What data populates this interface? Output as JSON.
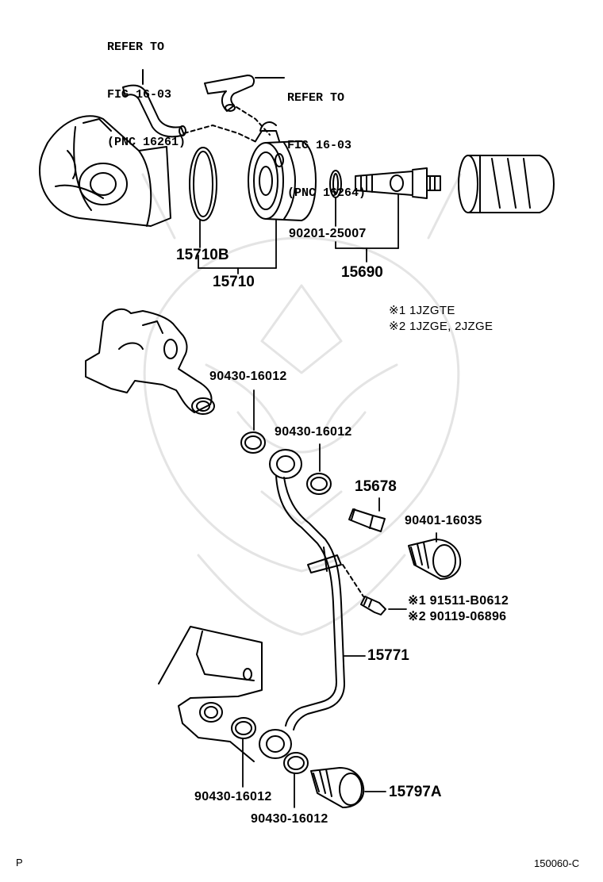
{
  "refer_notes": {
    "top_left": [
      "REFER TO",
      "FIG 16-03",
      "(PNC 16261)"
    ],
    "top_right": [
      "REFER TO",
      "FIG 16-03",
      "(PNC 16264)"
    ]
  },
  "part_numbers": {
    "p15710B": "15710B",
    "p15710": "15710",
    "p90201_25007": "90201-25007",
    "p15690": "15690",
    "p90430_a": "90430-16012",
    "p90430_b": "90430-16012",
    "p15678": "15678",
    "p90401_16035": "90401-16035",
    "p91511": "※1 91511-B0612",
    "p90119": "※2 90119-06896",
    "p15771": "15771",
    "p90430_c": "90430-16012",
    "p90430_d": "90430-16012",
    "p15797A": "15797A"
  },
  "legend": {
    "note1": "※1 1JZGTE",
    "note2": "※2 1JZGE, 2JZGE"
  },
  "footer": {
    "left": "P",
    "right": "150060-C"
  }
}
